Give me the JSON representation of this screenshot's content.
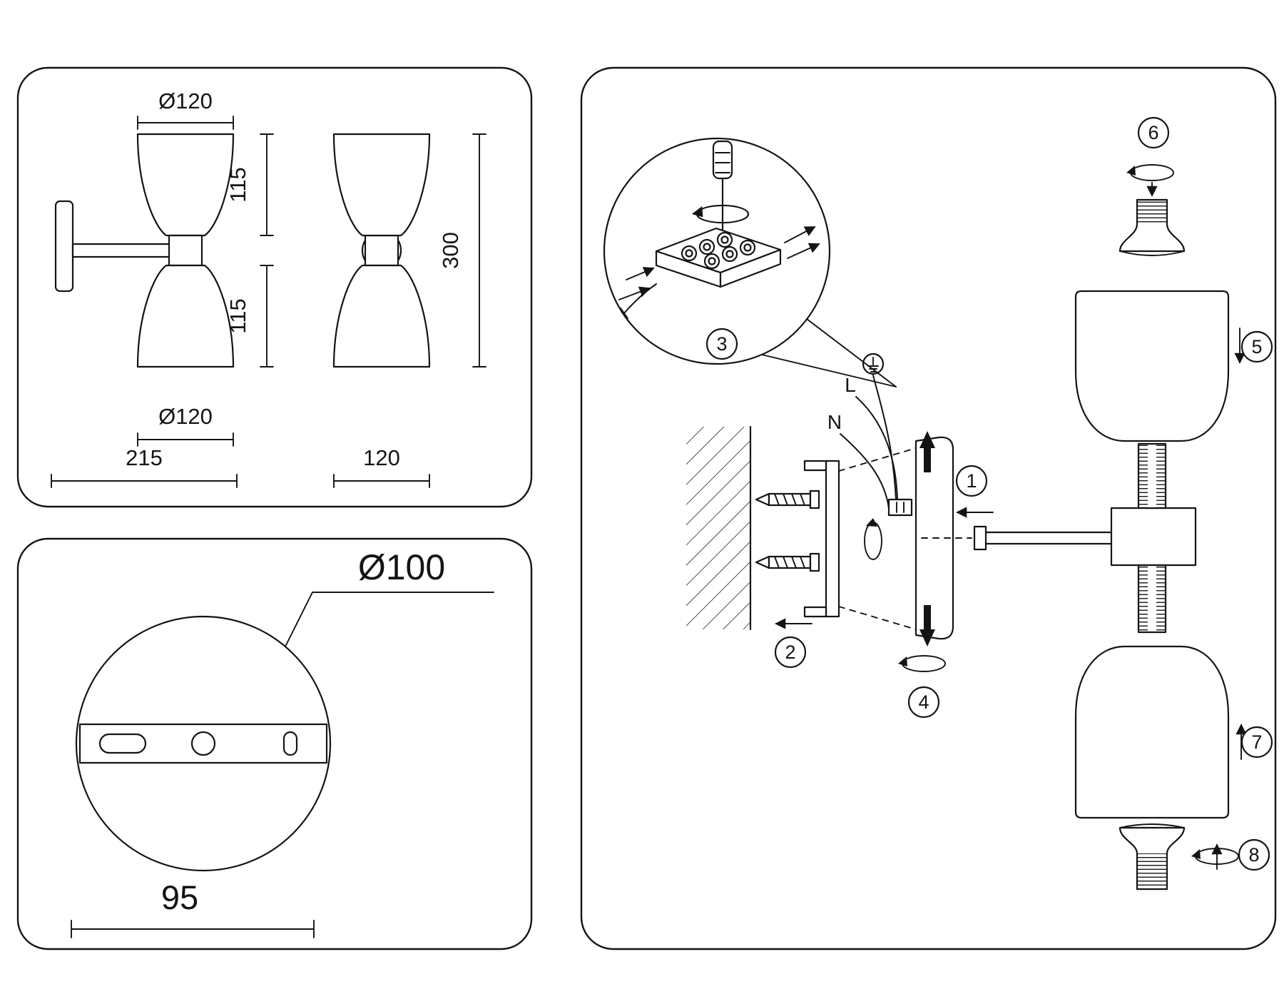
{
  "diagram": {
    "front_view": {
      "dia_top": "Ø120",
      "upper_height": "115",
      "lower_height": "115",
      "dia_bottom": "Ø120",
      "overall_width": "215"
    },
    "side_view": {
      "overall_height": "300",
      "width": "120"
    },
    "plate_view": {
      "diameter": "Ø100",
      "mount_spacing": "95"
    },
    "assembly": {
      "live": "L",
      "neutral": "N",
      "steps": [
        "1",
        "2",
        "3",
        "4",
        "5",
        "6",
        "7",
        "8"
      ]
    },
    "icons": {
      "rotate": "rotation-arrow",
      "ground": "earth-ground-symbol",
      "screwdriver": "screwdriver",
      "screw": "mounting-screw",
      "arrow": "direction-arrow"
    }
  }
}
